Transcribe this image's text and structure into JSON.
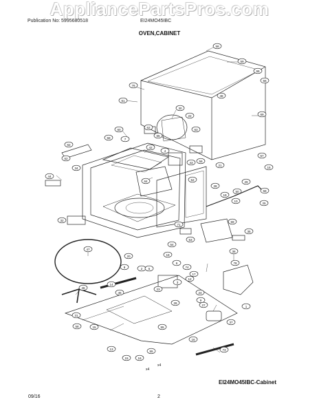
{
  "watermark": "AppliancePartsPros.com",
  "header": {
    "publication": "Publication No: 5995680518",
    "model": "EI24MO45IBC"
  },
  "section_title": "OVEN,CABINET",
  "caption": "EI24MO45IBC-Cabinet",
  "footer": {
    "date": "09/16",
    "page": "2"
  },
  "callouts": [
    {
      "id": "c58a",
      "label": "58"
    },
    {
      "id": "c59a",
      "label": "59"
    },
    {
      "id": "c66",
      "label": "66"
    },
    {
      "id": "c76",
      "label": "76"
    },
    {
      "id": "c56a",
      "label": "56"
    },
    {
      "id": "c48",
      "label": "48"
    },
    {
      "id": "c61",
      "label": "61"
    },
    {
      "id": "c30",
      "label": "30"
    },
    {
      "id": "c22",
      "label": "22"
    },
    {
      "id": "c69",
      "label": "69"
    },
    {
      "id": "c60",
      "label": "60"
    },
    {
      "id": "c62a",
      "label": "62"
    },
    {
      "id": "c58b",
      "label": "58"
    },
    {
      "id": "c7",
      "label": "7"
    },
    {
      "id": "c63",
      "label": "63"
    },
    {
      "id": "c42",
      "label": "42"
    },
    {
      "id": "c4",
      "label": "4"
    },
    {
      "id": "c65",
      "label": "65"
    },
    {
      "id": "c34",
      "label": "34"
    },
    {
      "id": "c43",
      "label": "43"
    },
    {
      "id": "c62b",
      "label": "62"
    },
    {
      "id": "c62c",
      "label": "62"
    },
    {
      "id": "c56b",
      "label": "56"
    },
    {
      "id": "c21",
      "label": "21"
    },
    {
      "id": "c57",
      "label": "57"
    },
    {
      "id": "c44",
      "label": "44"
    },
    {
      "id": "c64",
      "label": "64"
    },
    {
      "id": "c15a",
      "label": "15"
    },
    {
      "id": "c52",
      "label": "52"
    },
    {
      "id": "c28",
      "label": "28"
    },
    {
      "id": "c19",
      "label": "19"
    },
    {
      "id": "c29",
      "label": "29"
    },
    {
      "id": "c50",
      "label": "50"
    },
    {
      "id": "c10",
      "label": "10"
    },
    {
      "id": "c25",
      "label": "25"
    },
    {
      "id": "c58c",
      "label": "58"
    },
    {
      "id": "c32",
      "label": "32"
    },
    {
      "id": "c71",
      "label": "71"
    },
    {
      "id": "c59b",
      "label": "59"
    },
    {
      "id": "c35",
      "label": "35"
    },
    {
      "id": "c53",
      "label": "53"
    },
    {
      "id": "c54",
      "label": "54"
    },
    {
      "id": "c47",
      "label": "47"
    },
    {
      "id": "c20",
      "label": "20"
    },
    {
      "id": "c36",
      "label": "36"
    },
    {
      "id": "c18",
      "label": "18"
    },
    {
      "id": "c6",
      "label": "6"
    },
    {
      "id": "c2",
      "label": "2"
    },
    {
      "id": "c8",
      "label": "8"
    },
    {
      "id": "c74",
      "label": "74"
    },
    {
      "id": "c5",
      "label": "5"
    },
    {
      "id": "c78",
      "label": "78"
    },
    {
      "id": "c17",
      "label": "17"
    },
    {
      "id": "c12",
      "label": "12"
    },
    {
      "id": "c3",
      "label": "3"
    },
    {
      "id": "c14",
      "label": "14"
    },
    {
      "id": "c46",
      "label": "46"
    },
    {
      "id": "c45",
      "label": "45"
    },
    {
      "id": "c23",
      "label": "23"
    },
    {
      "id": "c24",
      "label": "24"
    },
    {
      "id": "c9",
      "label": "9"
    },
    {
      "id": "c27",
      "label": "27"
    },
    {
      "id": "c26",
      "label": "26"
    },
    {
      "id": "c1",
      "label": "1"
    },
    {
      "id": "c37",
      "label": "37"
    },
    {
      "id": "c31",
      "label": "31"
    },
    {
      "id": "c15b",
      "label": "15"
    },
    {
      "id": "c55",
      "label": "55"
    },
    {
      "id": "c16a",
      "label": "16"
    },
    {
      "id": "c73",
      "label": "73"
    },
    {
      "id": "c15c",
      "label": "15"
    },
    {
      "id": "c16b",
      "label": "16"
    },
    {
      "id": "c13",
      "label": "13"
    },
    {
      "id": "c58d",
      "label": "58"
    },
    {
      "id": "c55b",
      "label": "55"
    }
  ],
  "small_labels": {
    "x4a": "x4",
    "x4b": "x4"
  }
}
